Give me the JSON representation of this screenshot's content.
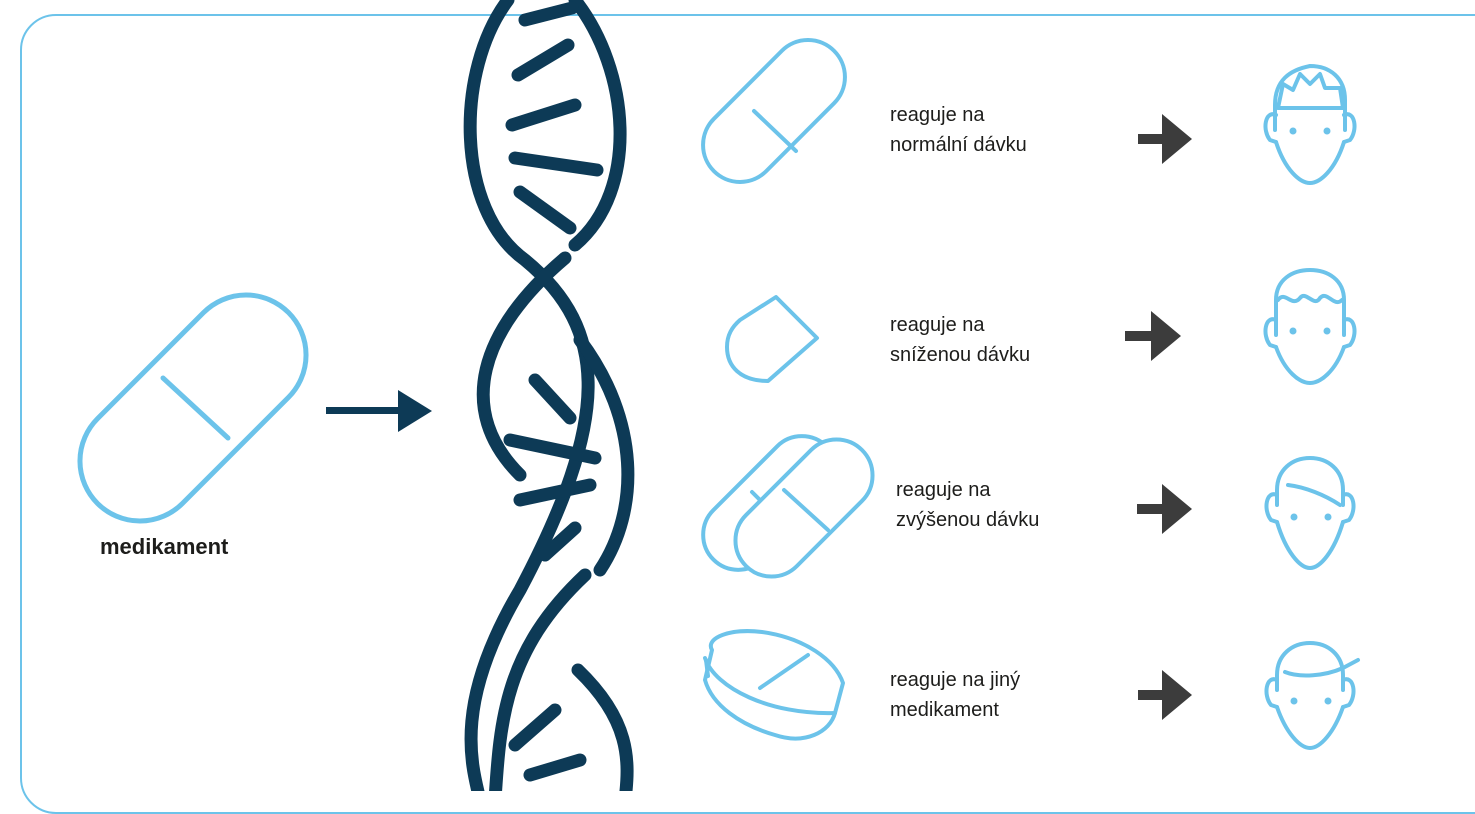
{
  "drug": {
    "label": "medikament"
  },
  "rows": [
    {
      "line1": "reaguje na",
      "line2": "normální dávku",
      "pill": "capsule-icon",
      "face": "face-spiky-hair-icon"
    },
    {
      "line1": "reaguje na",
      "line2": "sníženou dávku",
      "pill": "half-capsule-icon",
      "face": "face-curly-hair-icon"
    },
    {
      "line1": "reaguje na",
      "line2": "zvýšenou dávku",
      "pill": "double-capsule-icon",
      "face": "face-side-bangs-icon"
    },
    {
      "line1": "reaguje na jiný",
      "line2": "medikament",
      "pill": "tablet-icon",
      "face": "face-fringe-icon"
    }
  ],
  "colors": {
    "pill": "#6cc3ea",
    "dna": "#0d3a56",
    "arrow_main": "#0d3a56",
    "arrow_row": "#3c3c3c",
    "text": "#1d1d1b",
    "frame": "#6cc3ea"
  }
}
